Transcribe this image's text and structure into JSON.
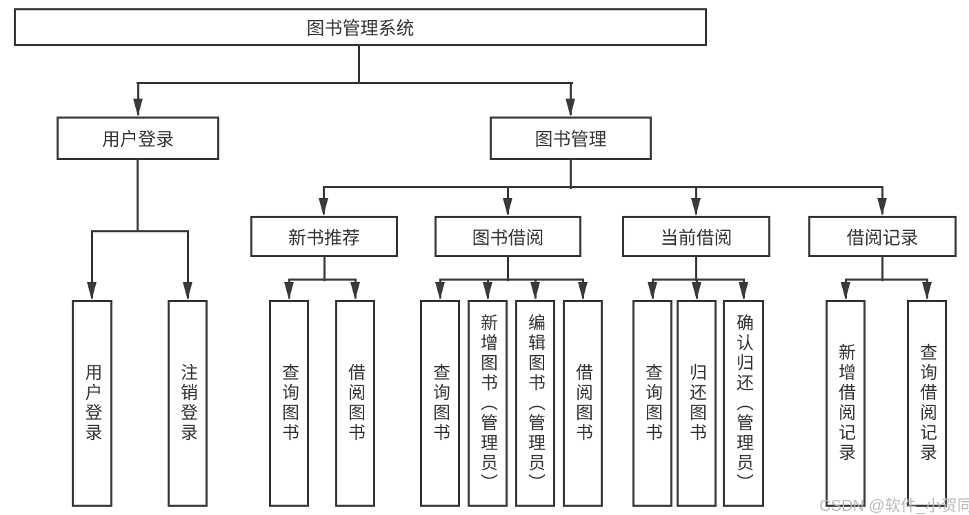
{
  "colors": {
    "line": "#3a3a3a",
    "text": "#333333",
    "watermark": "#b4b7bc",
    "background": "#ffffff"
  },
  "root": {
    "label": "图书管理系统"
  },
  "level2": {
    "user_login": {
      "label": "用户登录"
    },
    "book_mgmt": {
      "label": "图书管理"
    }
  },
  "level3": {
    "new_books": {
      "label": "新书推荐"
    },
    "book_borrow": {
      "label": "图书借阅"
    },
    "current_borrow": {
      "label": "当前借阅"
    },
    "borrow_records": {
      "label": "借阅记录"
    }
  },
  "leaves": {
    "user_login": {
      "label": "用户登录"
    },
    "logout": {
      "label": "注销登录"
    },
    "new_books_query": {
      "label": "查询图书"
    },
    "new_books_borrow": {
      "label": "借阅图书"
    },
    "borrow_query": {
      "label": "查询图书"
    },
    "borrow_add_admin": {
      "label": "新增图书（管理员）"
    },
    "borrow_edit_admin": {
      "label": "编辑图书（管理员）"
    },
    "borrow_borrow": {
      "label": "借阅图书"
    },
    "current_query": {
      "label": "查询图书"
    },
    "current_return": {
      "label": "归还图书"
    },
    "current_confirm_admin": {
      "label": "确认归还（管理员）"
    },
    "records_add": {
      "label": "新增借阅记录"
    },
    "records_query": {
      "label": "查询借阅记录"
    }
  },
  "watermark": {
    "text": "CSDN @软件_小贺同学"
  }
}
